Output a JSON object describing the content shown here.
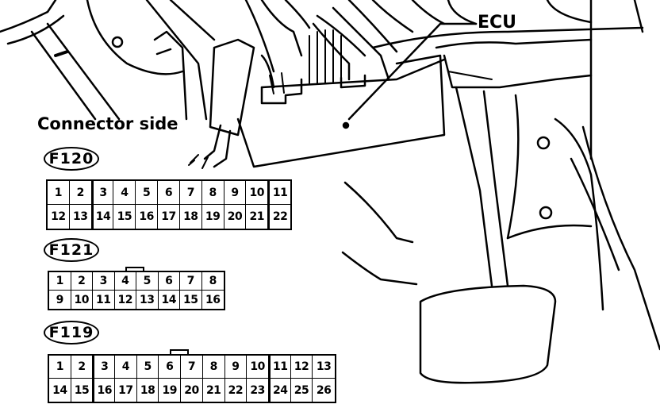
{
  "ecu_label": "ECU",
  "connector_side_label": "Connector side",
  "connectors": [
    {
      "id": "F120",
      "rows": [
        [
          "1",
          "2",
          "3",
          "4",
          "5",
          "6",
          "7",
          "8",
          "9",
          "10",
          "11"
        ],
        [
          "12",
          "13",
          "14",
          "15",
          "16",
          "17",
          "18",
          "19",
          "20",
          "21",
          "22"
        ]
      ]
    },
    {
      "id": "F121",
      "rows": [
        [
          "1",
          "2",
          "3",
          "4",
          "5",
          "6",
          "7",
          "8"
        ],
        [
          "9",
          "10",
          "11",
          "12",
          "13",
          "14",
          "15",
          "16"
        ]
      ]
    },
    {
      "id": "F119",
      "rows": [
        [
          "1",
          "2",
          "3",
          "4",
          "5",
          "6",
          "7",
          "8",
          "9",
          "10",
          "11",
          "12",
          "13"
        ],
        [
          "14",
          "15",
          "16",
          "17",
          "18",
          "19",
          "20",
          "21",
          "22",
          "23",
          "24",
          "25",
          "26"
        ]
      ]
    }
  ]
}
